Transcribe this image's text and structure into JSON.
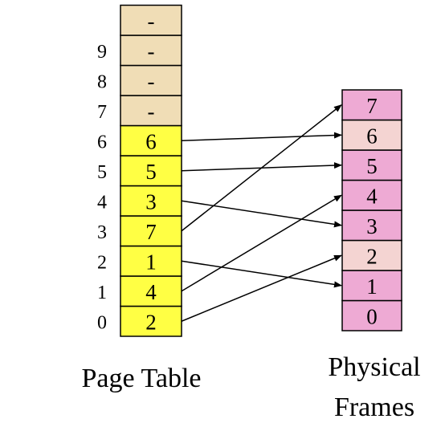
{
  "page_table": {
    "caption": "Page Table",
    "index_labels": [
      "0",
      "1",
      "2",
      "3",
      "4",
      "5",
      "6",
      "7",
      "8",
      "9"
    ],
    "entries": [
      "2",
      "4",
      "1",
      "7",
      "3",
      "5",
      "6",
      "-",
      "-",
      "-",
      "-"
    ],
    "valid_color": "#ffff44",
    "invalid_color": "#f0ddb6"
  },
  "physical_frames": {
    "caption_line1": "Physical",
    "caption_line2": "Frames",
    "labels": [
      "0",
      "1",
      "2",
      "3",
      "4",
      "5",
      "6",
      "7"
    ],
    "used_color": "#eeaad4",
    "free_color": "#f4d4d2",
    "free_frames": [
      2,
      6
    ]
  },
  "mappings": [
    {
      "page": 0,
      "frame": 2
    },
    {
      "page": 1,
      "frame": 4
    },
    {
      "page": 2,
      "frame": 1
    },
    {
      "page": 3,
      "frame": 7
    },
    {
      "page": 4,
      "frame": 3
    },
    {
      "page": 5,
      "frame": 5
    },
    {
      "page": 6,
      "frame": 6
    }
  ]
}
